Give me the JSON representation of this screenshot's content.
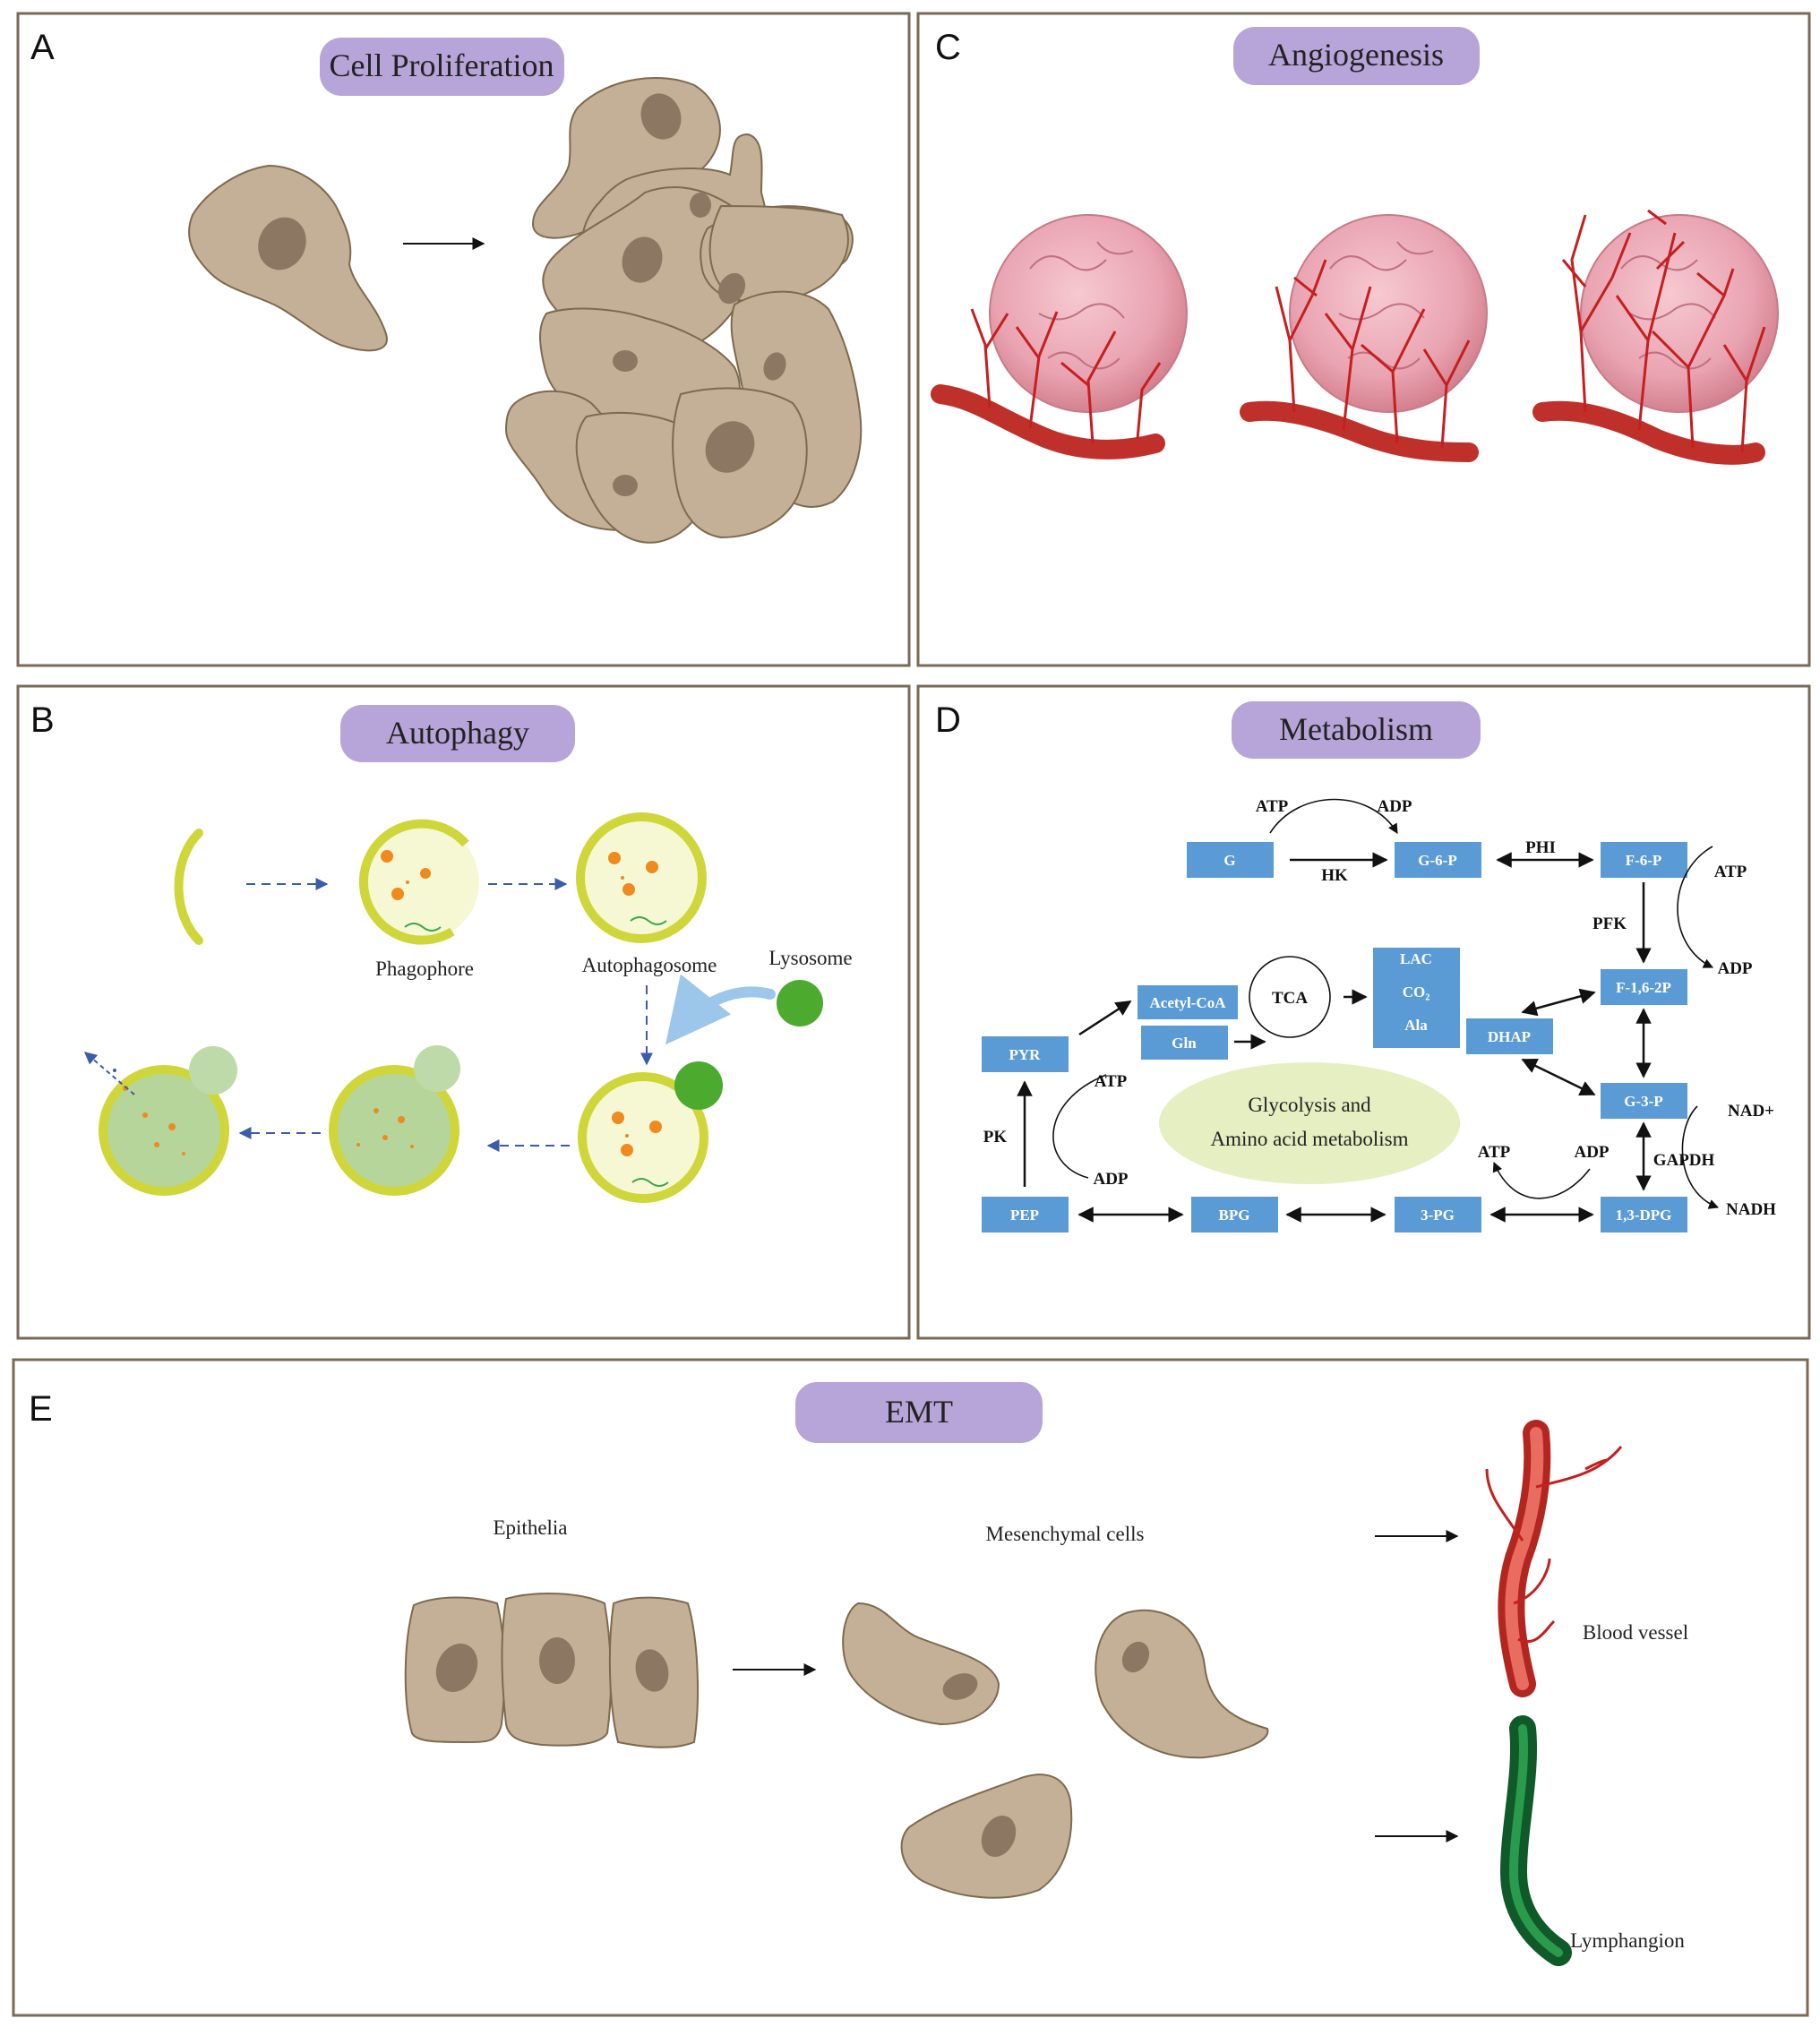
{
  "colors": {
    "panel_border": "#7a6a55",
    "pill": "#b7a4d8",
    "cell_fill": "#c3b096",
    "cell_stroke": "#7d6a4f",
    "nucleus": "#8c7763",
    "vessel": "#d2302c",
    "tumor": "#e8a3b0",
    "box": "#5b9bd5",
    "lymph": "#1e7b3c",
    "autophagy_ring": "#cfd63a",
    "autophagy_fill": "#f6f7d3",
    "lysosome": "#4caa2e",
    "ellipse": "#e5efc2"
  },
  "panels": {
    "a": {
      "letter": "A",
      "title": "Cell Proliferation"
    },
    "b": {
      "letter": "B",
      "title": "Autophagy",
      "labels": {
        "phagophore": "Phagophore",
        "autophagosome": "Autophagosome",
        "lysosome": "Lysosome"
      }
    },
    "c": {
      "letter": "C",
      "title": "Angiogenesis"
    },
    "d": {
      "letter": "D",
      "title": "Metabolism",
      "boxes": {
        "g": "G",
        "g6p": "G-6-P",
        "f6p": "F-6-P",
        "f16p": "F-1,6-2P",
        "dhap": "DHAP",
        "g3p": "G-3-P",
        "dpg13": "1,3-DPG",
        "pg3": "3-PG",
        "bpg": "BPG",
        "pep": "PEP",
        "pyr": "PYR",
        "acetyl": "Acetyl-CoA",
        "gln": "Gln",
        "lac": "LAC",
        "co2": "CO₂",
        "ala": "Ala"
      },
      "labels": {
        "atp1": "ATP",
        "adp1": "ADP",
        "hk": "HK",
        "phi": "PHI",
        "atp2": "ATP",
        "adp2": "ADP",
        "pfk": "PFK",
        "tca": "TCA",
        "atp3": "ATP",
        "adp3": "ADP",
        "pk": "PK",
        "atp4": "ATP",
        "adp4": "ADP",
        "nad": "NAD+",
        "nadh": "NADH",
        "gapdh": "GAPDH"
      },
      "ellipse": {
        "line1": "Glycolysis and",
        "line2": "Amino acid metabolism"
      }
    },
    "e": {
      "letter": "E",
      "title": "EMT",
      "labels": {
        "epithelia": "Epithelia",
        "mesenchymal": "Mesenchymal cells",
        "blood_vessel": "Blood vessel",
        "lymphangion": "Lymphangion"
      }
    }
  }
}
